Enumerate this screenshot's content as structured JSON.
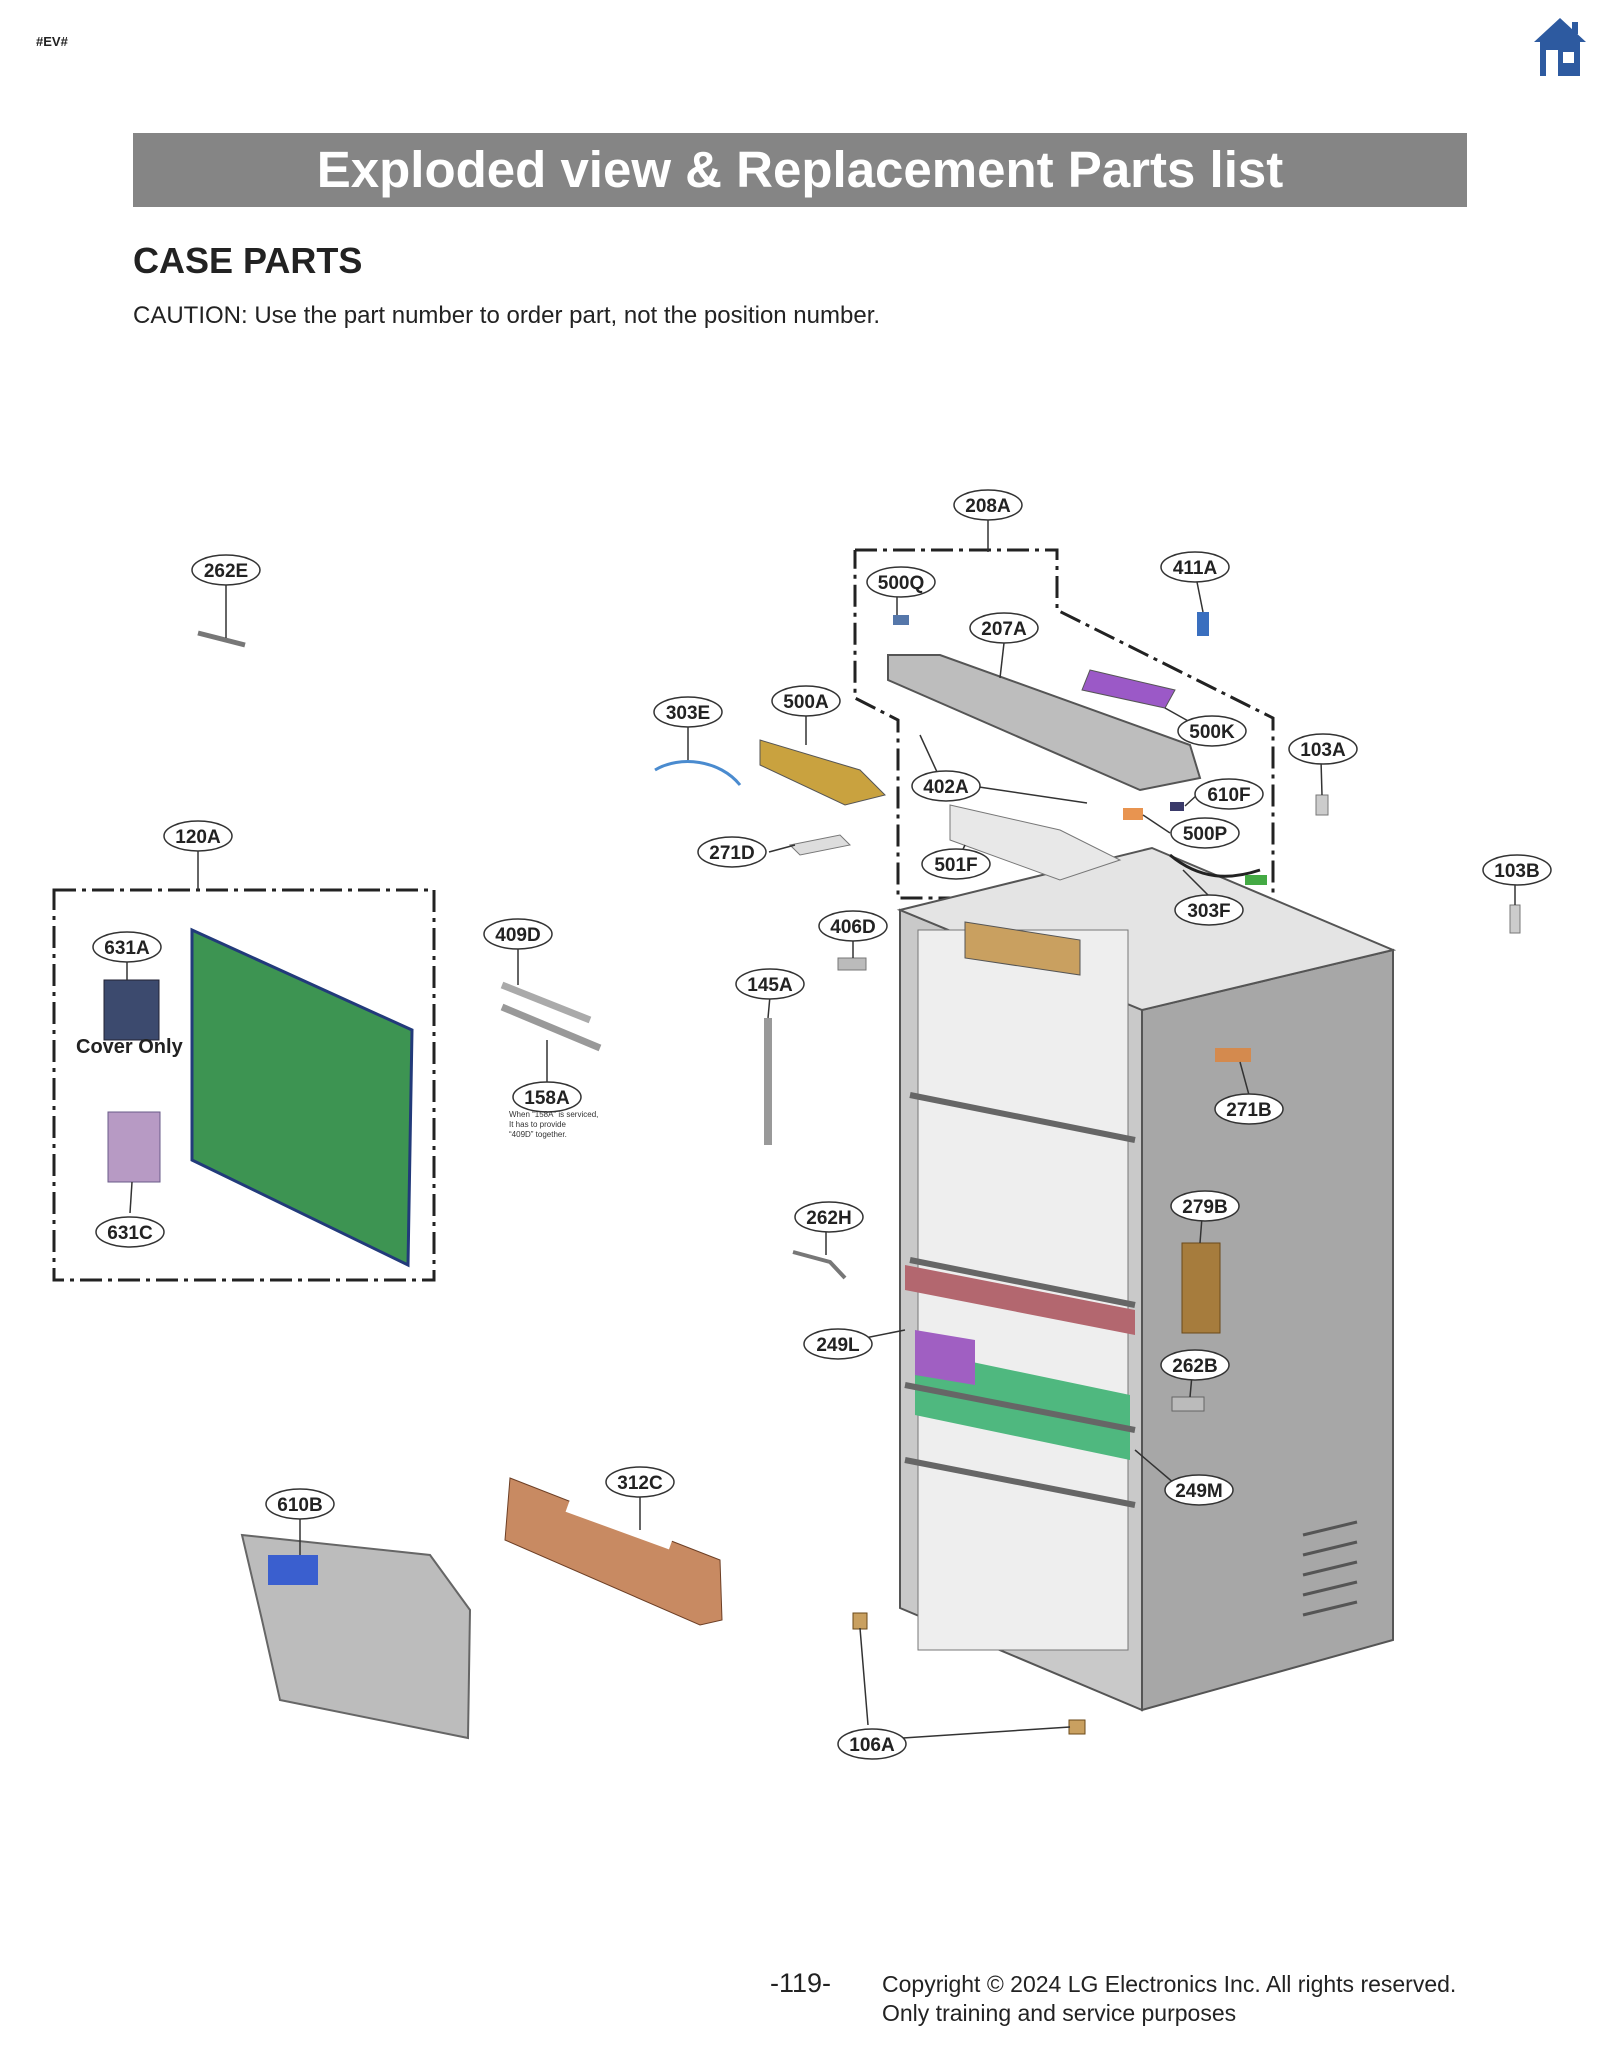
{
  "header": {
    "tag": "#EV#",
    "home_icon": "home-icon"
  },
  "banner": {
    "title": "Exploded view & Replacement Parts list"
  },
  "section": {
    "title": "CASE PARTS",
    "caution": "CAUTION: Use the part number to order part, not the position number."
  },
  "callouts": [
    "208A",
    "262E",
    "500Q",
    "411A",
    "207A",
    "303E",
    "500A",
    "500K",
    "103A",
    "402A",
    "610F",
    "120A",
    "271D",
    "500P",
    "501F",
    "103B",
    "303F",
    "409D",
    "406D",
    "631A",
    "145A",
    "Cover Only",
    "158A",
    "271B",
    "262H",
    "279B",
    "631C",
    "249L",
    "262B",
    "249M",
    "312C",
    "610B",
    "106A"
  ],
  "note": "When “158A” is serviced,\nIt has to provide\n“409D” together.",
  "footer": {
    "page": "-119-",
    "copyright_line1": "Copyright © 2024 LG Electronics Inc. All rights reserved.",
    "copyright_line2": "Only training and service purposes"
  }
}
